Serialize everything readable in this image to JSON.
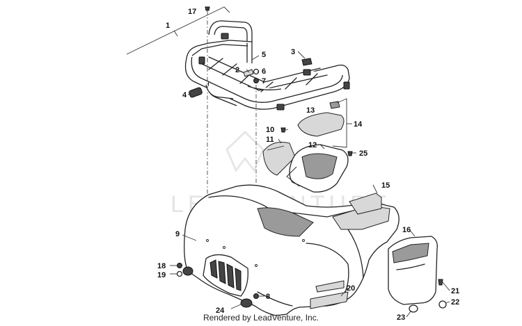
{
  "watermark": {
    "text": "LEADVENTURE"
  },
  "callouts": {
    "c1": "1",
    "c2": "2",
    "c3": "3",
    "c4": "4",
    "c5": "5",
    "c6": "6",
    "c7": "7",
    "c8": "8",
    "c9": "9",
    "c10": "10",
    "c11": "11",
    "c12": "12",
    "c13": "13",
    "c14": "14",
    "c15": "15",
    "c16": "16",
    "c17": "17",
    "c18": "18",
    "c19": "19",
    "c20": "20",
    "c21": "21",
    "c22": "22",
    "c23": "23",
    "c24": "24",
    "c25": "25"
  },
  "footer": {
    "text": "Rendered by LeadVenture, Inc."
  }
}
